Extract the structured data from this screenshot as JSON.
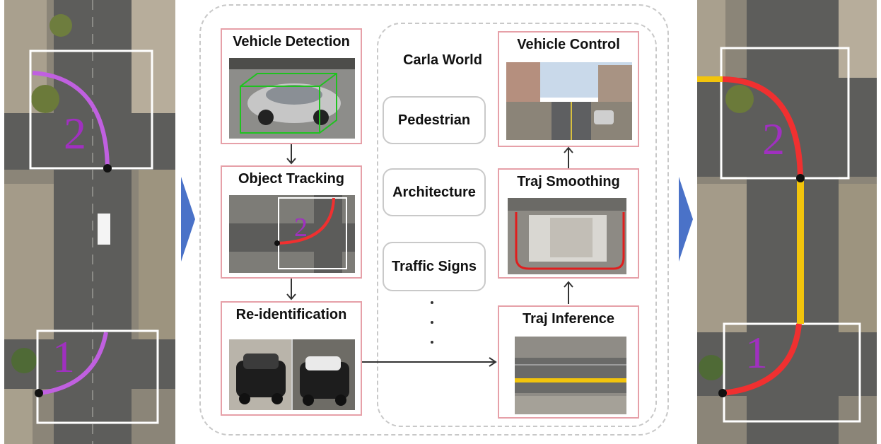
{
  "modules": {
    "vehicle_detection": "Vehicle Detection",
    "object_tracking": "Object Tracking",
    "re_identification": "Re-identification",
    "vehicle_control": "Vehicle Control",
    "traj_smoothing": "Traj Smoothing",
    "traj_inference": "Traj Inference"
  },
  "world": {
    "title": "Carla World",
    "items": [
      "Pedestrian",
      "Architecture",
      "Traffic Signs"
    ],
    "ellipsis": "..."
  },
  "route_labels": {
    "segment_1": "1",
    "segment_2": "2"
  },
  "colors": {
    "module_border": "#e6a0a8",
    "dashed_border": "#c8c8c8",
    "flow_arrow": "#4a72c8",
    "purple_path": "#c060e0",
    "red_path": "#f03030",
    "yellow_path": "#f2c40c"
  }
}
